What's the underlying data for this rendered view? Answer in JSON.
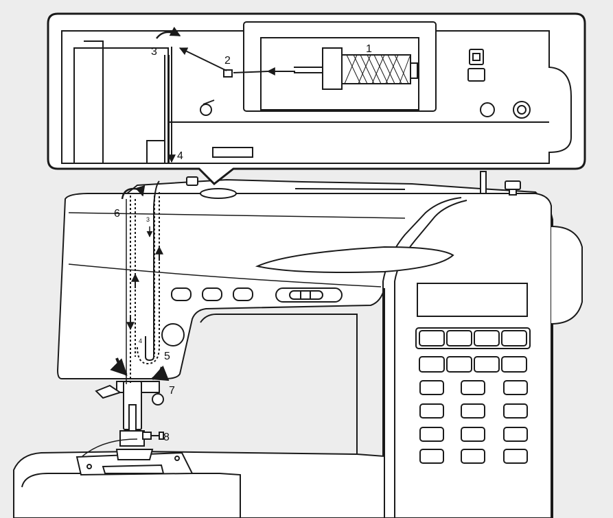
{
  "diagram": {
    "background": "#ededed",
    "line_color": "#1a1a1a",
    "fill_color": "#ffffff",
    "inset_labels": [
      "1",
      "2",
      "3",
      "4"
    ],
    "main_labels": [
      "5",
      "6",
      "7",
      "8"
    ],
    "guide_labels": [
      "3",
      "4"
    ]
  }
}
